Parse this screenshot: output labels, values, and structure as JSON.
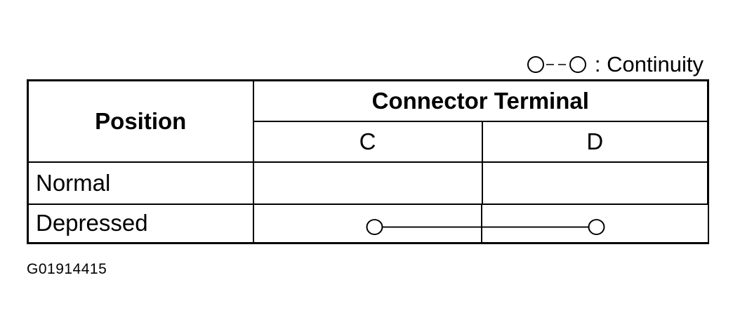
{
  "legend": {
    "text": ": Continuity"
  },
  "table": {
    "position_header": "Position",
    "group_header": "Connector Terminal",
    "terminals": [
      "C",
      "D"
    ],
    "rows": [
      {
        "label": "Normal",
        "continuity": []
      },
      {
        "label": "Depressed",
        "continuity": [
          "C",
          "D"
        ]
      }
    ]
  },
  "caption": "G01914415"
}
